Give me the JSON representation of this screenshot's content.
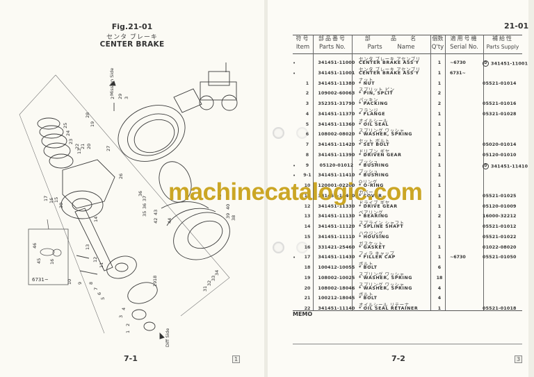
{
  "left_page": {
    "figure_number": "Fig.21-01",
    "title_jp": "センタ ブレーキ",
    "title_en": "CENTER BRAKE",
    "labels": {
      "mission_side": "Mission Side",
      "diff_side": "Diff Side",
      "inset_serial": "6731~"
    },
    "callouts": [
      "1",
      "2",
      "3",
      "4",
      "5",
      "6",
      "7",
      "8",
      "9",
      "10",
      "11",
      "12",
      "13",
      "14",
      "15",
      "16",
      "17",
      "18",
      "19",
      "20",
      "21",
      "22",
      "23",
      "24",
      "25",
      "26",
      "27",
      "28",
      "29",
      "30",
      "31",
      "32",
      "33",
      "34",
      "35",
      "36",
      "37",
      "38",
      "39",
      "40",
      "41",
      "42",
      "43",
      "44",
      "45",
      "46"
    ],
    "page_number": "7-1",
    "section_box": "1"
  },
  "right_page": {
    "sheet_number": "21-01",
    "header": {
      "item_jp": "符号",
      "item_en": "Item",
      "parts_no_jp": "部品番号",
      "parts_no_en": "Parts No.",
      "parts_name_jp1": "部",
      "parts_name_jp2": "品",
      "parts_name_jp3": "名",
      "parts_en": "Parts",
      "name_en": "Name",
      "qty_jp": "個数",
      "qty_en": "Q'ty",
      "serial_jp": "適用号機",
      "serial_en": "Serial No.",
      "supply_jp": "補給性",
      "supply_en": "Parts Supply"
    },
    "rows": [
      {
        "mark": "•",
        "item": "",
        "parts_no": "341451-11000",
        "name_jp": "センタ ブレーキ アセンブリ",
        "name": "CENTER BRAKE ASS'Y",
        "qty": "1",
        "serial": "~6730",
        "supply_d": "D",
        "supply": "341451-11001"
      },
      {
        "mark": "•",
        "item": "",
        "parts_no": "341451-11001",
        "name_jp": "センタ ブレーキ アセンブリ",
        "name": "CENTER BRAKE ASS'Y",
        "qty": "1",
        "serial": "6731~",
        "supply_d": "",
        "supply": ""
      },
      {
        "mark": "",
        "item": "1",
        "parts_no": "341451-11380",
        "name_jp": "ナット",
        "name": "* NUT",
        "qty": "1",
        "serial": "",
        "supply_d": "",
        "supply": "05521-01014"
      },
      {
        "mark": "",
        "item": "2",
        "parts_no": "109002-60063",
        "name_jp": "スプリット ピン",
        "name": "* PIN, SPLIT",
        "qty": "2",
        "serial": "",
        "supply_d": "",
        "supply": ""
      },
      {
        "mark": "",
        "item": "3",
        "parts_no": "352351-31790",
        "name_jp": "パッキン",
        "name": "* PACKING",
        "qty": "2",
        "serial": "",
        "supply_d": "",
        "supply": "05521-01016"
      },
      {
        "mark": "",
        "item": "4",
        "parts_no": "341451-11370",
        "name_jp": "フランジ",
        "name": "* FLANGE",
        "qty": "1",
        "serial": "",
        "supply_d": "",
        "supply": "05321-01028"
      },
      {
        "mark": "",
        "item": "5",
        "parts_no": "341451-11360",
        "name_jp": "オイルシール",
        "name": "* OIL SEAL",
        "qty": "1",
        "serial": "",
        "supply_d": "",
        "supply": ""
      },
      {
        "mark": "",
        "item": "6",
        "parts_no": "108002-08020",
        "name_jp": "スプリング ワッシャ",
        "name": "* WASHER, SPRING",
        "qty": "1",
        "serial": "",
        "supply_d": "",
        "supply": ""
      },
      {
        "mark": "",
        "item": "7",
        "parts_no": "341451-11420",
        "name_jp": "セット ボルト",
        "name": "* SET BOLT",
        "qty": "1",
        "serial": "",
        "supply_d": "",
        "supply": "05020-01014"
      },
      {
        "mark": "",
        "item": "8",
        "parts_no": "341451-11390",
        "name_jp": "ドリブン ギヤ",
        "name": "* DRIVEN GEAR",
        "qty": "1",
        "serial": "",
        "supply_d": "",
        "supply": "05120-01010"
      },
      {
        "mark": "•",
        "item": "9",
        "parts_no": "05120-01012",
        "name_jp": "ブッシュ",
        "name": "* BUSHING",
        "qty": "1",
        "serial": "",
        "supply_d": "D",
        "supply": "341451-11410"
      },
      {
        "mark": "•",
        "item": "9-1",
        "parts_no": "341451-11410",
        "name_jp": "ブッシュ",
        "name": "* BUSHING",
        "qty": "1",
        "serial": "",
        "supply_d": "",
        "supply": ""
      },
      {
        "mark": "",
        "item": "10",
        "parts_no": "120001-02200",
        "name_jp": "Oリング",
        "name": "* O-RING",
        "qty": "1",
        "serial": "",
        "supply_d": "",
        "supply": ""
      },
      {
        "mark": "",
        "item": "11",
        "parts_no": "341451-11400",
        "name_jp": "カバー",
        "name": "* COVER",
        "qty": "1",
        "serial": "",
        "supply_d": "",
        "supply": "05521-01025"
      },
      {
        "mark": "",
        "item": "12",
        "parts_no": "341451-11330",
        "name_jp": "ドライブ ギヤ",
        "name": "* DRIVE GEAR",
        "qty": "1",
        "serial": "",
        "supply_d": "",
        "supply": "05120-01009"
      },
      {
        "mark": "",
        "item": "13",
        "parts_no": "341451-11130",
        "name_jp": "ベアリング",
        "name": "* BEARING",
        "qty": "2",
        "serial": "",
        "supply_d": "",
        "supply": "16000-32212"
      },
      {
        "mark": "",
        "item": "14",
        "parts_no": "341451-11120",
        "name_jp": "スプライン シャフト",
        "name": "* SPLINE SHAFT",
        "qty": "1",
        "serial": "",
        "supply_d": "",
        "supply": "05521-01012"
      },
      {
        "mark": "",
        "item": "15",
        "parts_no": "341451-11110",
        "name_jp": "ハウジング",
        "name": "* HOUSING",
        "qty": "1",
        "serial": "",
        "supply_d": "",
        "supply": "05521-01022"
      },
      {
        "mark": "",
        "item": "16",
        "parts_no": "331421-25460",
        "name_jp": "ガスケット",
        "name": "* GASKET",
        "qty": "1",
        "serial": "",
        "supply_d": "",
        "supply": "01022-08020"
      },
      {
        "mark": "•",
        "item": "17",
        "parts_no": "341451-11430",
        "name_jp": "フィラ キャップ",
        "name": "* FILLER CAP",
        "qty": "1",
        "serial": "~6730",
        "supply_d": "",
        "supply": "05521-01050"
      },
      {
        "mark": "",
        "item": "18",
        "parts_no": "100412-10055",
        "name_jp": "ボルト",
        "name": "* BOLT",
        "qty": "6",
        "serial": "",
        "supply_d": "",
        "supply": ""
      },
      {
        "mark": "",
        "item": "19",
        "parts_no": "108002-10025",
        "name_jp": "スプリング ワッシャ",
        "name": "* WASHER, SPRING",
        "qty": "18",
        "serial": "",
        "supply_d": "",
        "supply": ""
      },
      {
        "mark": "",
        "item": "20",
        "parts_no": "108002-18046",
        "name_jp": "スプリング ワッシャ",
        "name": "* WASHER, SPRING",
        "qty": "4",
        "serial": "",
        "supply_d": "",
        "supply": ""
      },
      {
        "mark": "",
        "item": "21",
        "parts_no": "100212-18045",
        "name_jp": "ボルト",
        "name": "* BOLT",
        "qty": "4",
        "serial": "",
        "supply_d": "",
        "supply": ""
      },
      {
        "mark": "",
        "item": "22",
        "parts_no": "341451-11140",
        "name_jp": "オイルシール リテーナ",
        "name": "* OIL SEAL RETAINER",
        "qty": "1",
        "serial": "",
        "supply_d": "",
        "supply": "05521-01018"
      }
    ],
    "memo_label": "MEMO",
    "page_number": "7-2",
    "section_box": "3"
  },
  "watermark": "machinecatalogic.com",
  "colors": {
    "paper": "#fbfaf5",
    "ink": "#2a2a2a",
    "watermark": "#c9a21a"
  }
}
